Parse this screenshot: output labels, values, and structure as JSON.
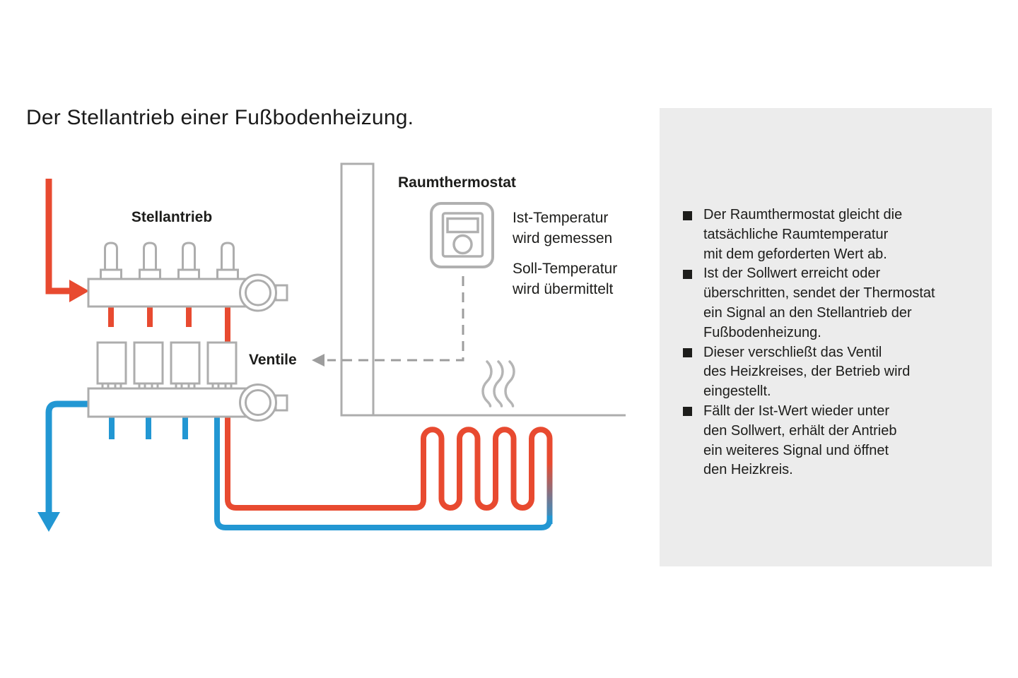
{
  "title": "Der Stellantrieb einer Fußbodenheizung.",
  "diagram": {
    "labels": {
      "actuator": "Stellantrieb",
      "valves": "Ventile",
      "thermostat": "Raumthermostat",
      "ist_note": "Ist-Temperatur\nwird gemessen",
      "soll_note": "Soll-Temperatur\nwird übermittelt"
    },
    "colors": {
      "supply_red": "#e84a30",
      "return_blue": "#2297d3",
      "outline_gray": "#adadad",
      "signal_gray": "#9d9d9d",
      "panel_gray": "#ececec"
    }
  },
  "panel": {
    "bullets": [
      "Der Raumthermostat gleicht die\ntatsächliche Raumtemperatur\nmit dem geforderten Wert ab.",
      "Ist der Sollwert erreicht oder\nüberschritten, sendet der Thermostat\nein Signal an den Stellantrieb der\nFußbodenheizung.",
      "Dieser verschließt das Ventil\ndes Heizkreises, der Betrieb wird\neingestellt.",
      "Fällt der Ist-Wert wieder unter\nden Sollwert, erhält der Antrieb\nein weiteres Signal und öffnet\nden Heizkreis."
    ]
  }
}
